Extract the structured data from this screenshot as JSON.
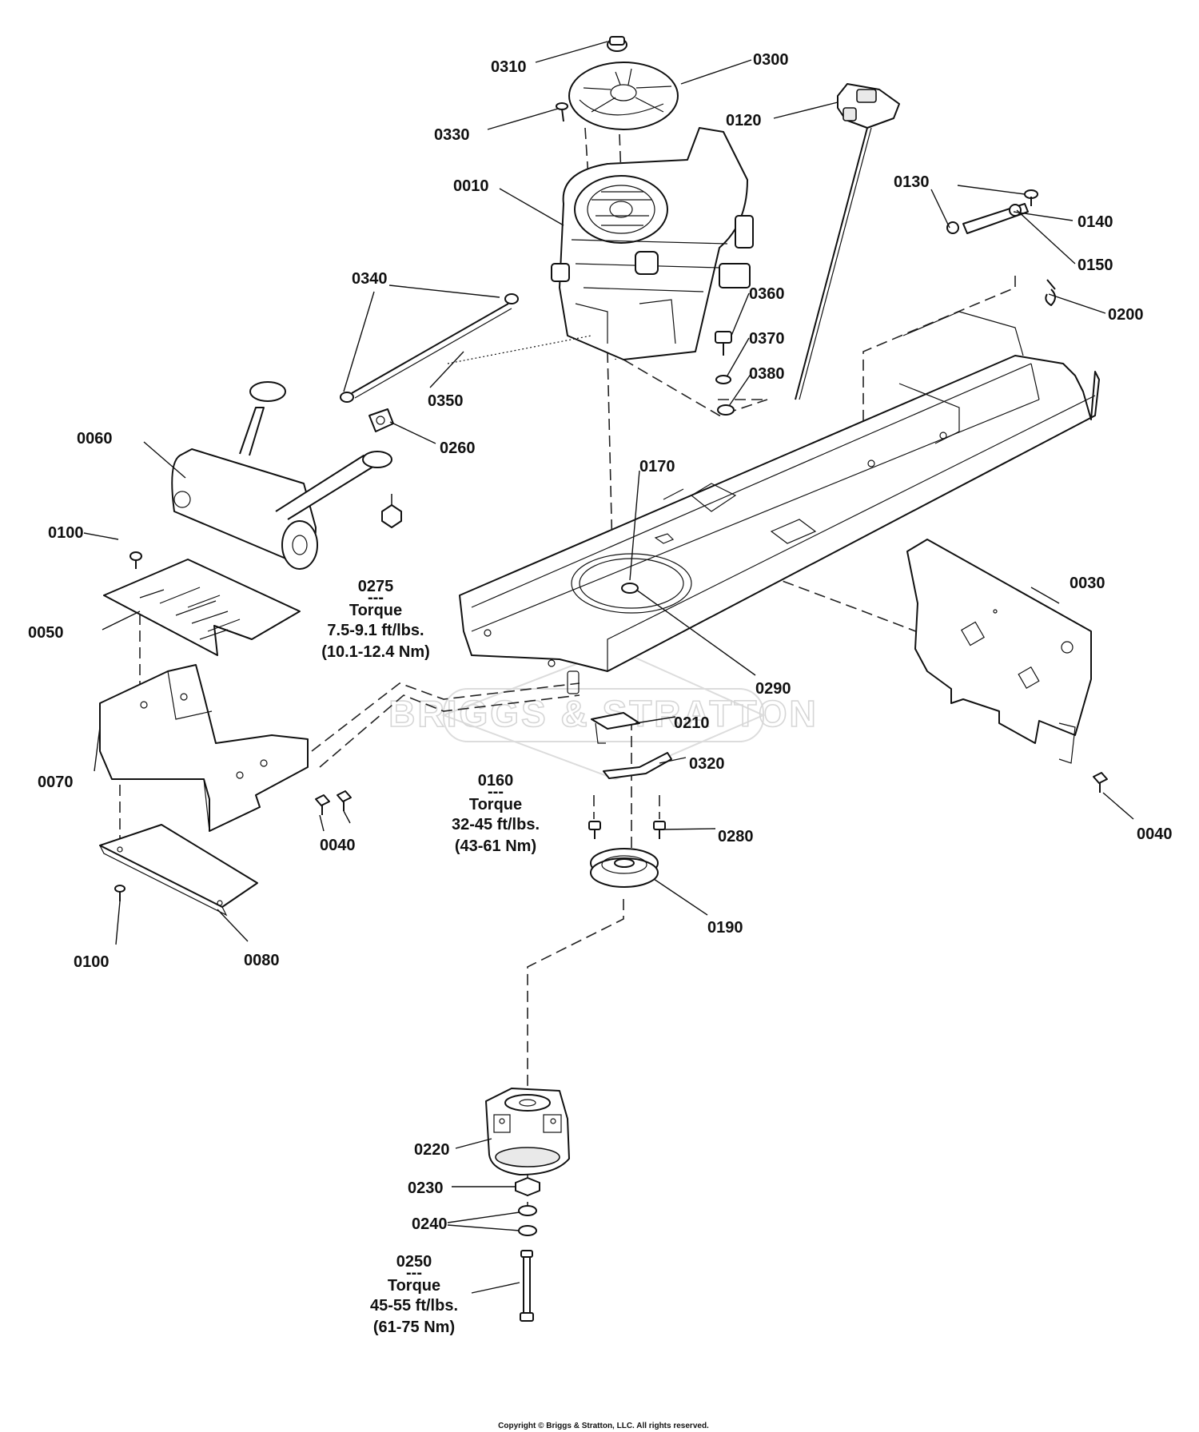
{
  "watermark": "BRIGGS & STRATTON",
  "copyright": "Copyright © Briggs & Stratton, LLC. All rights reserved.",
  "callouts": {
    "c0010": "0010",
    "c0030": "0030",
    "c0040a": "0040",
    "c0040b": "0040",
    "c0050": "0050",
    "c0060": "0060",
    "c0070": "0070",
    "c0080": "0080",
    "c0100a": "0100",
    "c0100b": "0100",
    "c0120": "0120",
    "c0130": "0130",
    "c0140": "0140",
    "c0150": "0150",
    "c0170": "0170",
    "c0190": "0190",
    "c0200": "0200",
    "c0210": "0210",
    "c0220": "0220",
    "c0230": "0230",
    "c0240": "0240",
    "c0260": "0260",
    "c0280": "0280",
    "c0290": "0290",
    "c0300": "0300",
    "c0310": "0310",
    "c0320": "0320",
    "c0330": "0330",
    "c0340": "0340",
    "c0350": "0350",
    "c0360": "0360",
    "c0370": "0370",
    "c0380": "0380"
  },
  "torque_notes": {
    "n0275": {
      "part": "0275",
      "sep": "---",
      "label": "Torque",
      "imperial": "7.5-9.1 ft/lbs.",
      "metric": "(10.1-12.4 Nm)"
    },
    "n0160": {
      "part": "0160",
      "sep": "---",
      "label": "Torque",
      "imperial": "32-45 ft/lbs.",
      "metric": "(43-61 Nm)"
    },
    "n0250": {
      "part": "0250",
      "sep": "---",
      "label": "Torque",
      "imperial": "45-55 ft/lbs.",
      "metric": "(61-75 Nm)"
    }
  }
}
